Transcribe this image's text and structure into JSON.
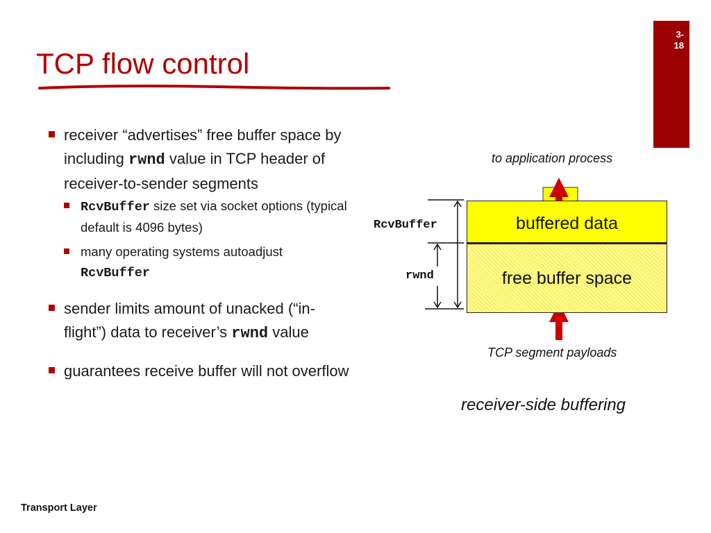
{
  "slide": {
    "number": "3-\n18",
    "title": "TCP flow control",
    "footer": "Transport Layer"
  },
  "bullets": [
    {
      "pre": "receiver “advertises” free buffer space by including ",
      "code": "rwnd",
      "post": " value in TCP header of receiver-to-sender segments",
      "sub": [
        {
          "code": "RcvBuffer",
          "text": " size set via socket options (typical default is 4096 bytes)"
        },
        {
          "text": "many operating systems autoadjust ",
          "code": "RcvBuffer"
        }
      ]
    },
    {
      "pre": "sender limits amount of unacked (“in-flight”) data to receiver’s ",
      "code": "rwnd",
      "post": " value"
    },
    {
      "text": "guarantees receive buffer will not overflow"
    }
  ],
  "diagram": {
    "to_application": "to application process",
    "buffered_data": "buffered data",
    "free_buffer": "free buffer space",
    "rcvbuffer_label": "RcvBuffer",
    "rwnd_label": "rwnd",
    "segment_payloads": "TCP segment payloads",
    "caption": "receiver-side buffering",
    "colors": {
      "accent": "#b00000",
      "slide_number_box": "#9b0000",
      "buffered": "#ffff00",
      "free": "#fffb86",
      "arrow": "#cc0000"
    }
  }
}
